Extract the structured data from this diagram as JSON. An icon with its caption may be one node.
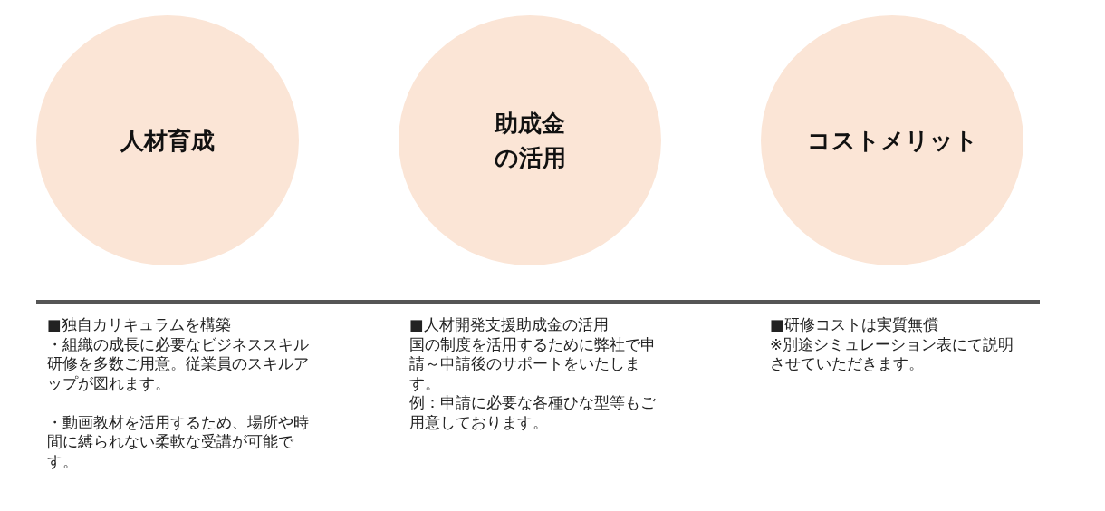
{
  "diagram": {
    "nodes": [
      {
        "text": [
          "人材育成"
        ],
        "beside": [
          "■独自カリキュラムを構築",
          "・組織の成長に必要なビジネススキル研修を多数ご用意。従業員のスキルアップが図れます。",
          "・動画教材を活用するため、場所や時間に縛られない柔軟な受講が可能です。"
        ]
      },
      {
        "text": [
          "助成金の活用"
        ],
        "beside": [
          "■人材開発支援助成金の活用",
          "国の制度を活用するために弊社で申請～申請後のサポートをいたします。",
          "例：申請に必要な各種ひな型等もご用意しております。"
        ]
      },
      {
        "text": [
          "コストメリット"
        ],
        "beside": [
          "■研修コストは実質無償",
          "※別途シミュレーション表にて説明させていただきます。"
        ]
      }
    ],
    "edges": []
  }
}
